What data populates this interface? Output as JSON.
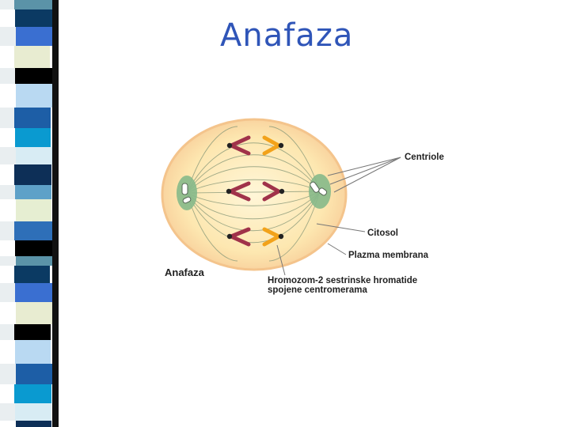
{
  "slide": {
    "title": "Anafaza"
  },
  "diagram": {
    "stage_label": "Anafaza",
    "labels": {
      "centrioles": "Centriole",
      "cytosol": "Citosol",
      "membrane": "Plazma membrana",
      "chromosome_line1": "Hromozom-2 sestrinske hromatide",
      "chromosome_line2": "spojene centromerama"
    },
    "colors": {
      "title": "#2f55b8",
      "cell_fill": "#fde7b0",
      "cell_edge": "#f6c98f",
      "chromatid_left": "#a0324a",
      "chromatid_right": "#f2a21a",
      "centrosome": "#86b98a",
      "spindle": "#8a9a7a",
      "pointer": "#666666"
    }
  }
}
